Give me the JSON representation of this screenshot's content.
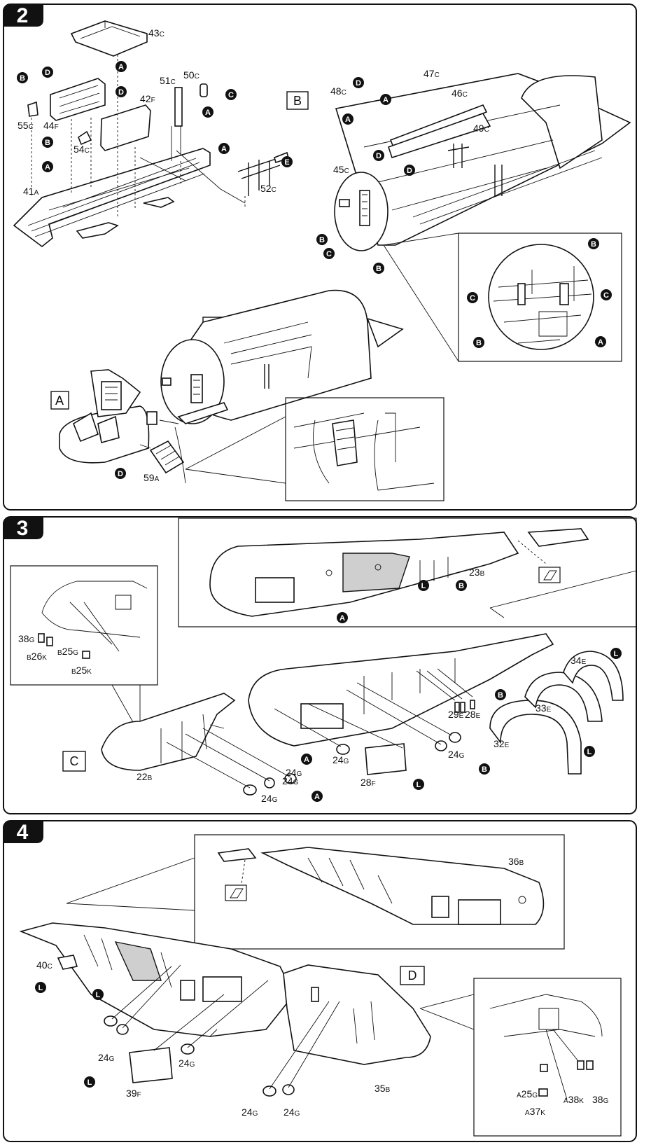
{
  "steps": [
    {
      "number": "2"
    },
    {
      "number": "3"
    },
    {
      "number": "4"
    }
  ],
  "step2": {
    "boxes": [
      "B",
      "B",
      "A"
    ],
    "parts": [
      {
        "n": "43",
        "s": "C"
      },
      {
        "n": "50",
        "s": "C"
      },
      {
        "n": "51",
        "s": "C"
      },
      {
        "n": "42",
        "s": "F"
      },
      {
        "n": "55",
        "s": "C"
      },
      {
        "n": "44",
        "s": "F"
      },
      {
        "n": "54",
        "s": "C"
      },
      {
        "n": "41",
        "s": "A"
      },
      {
        "n": "52",
        "s": "C"
      },
      {
        "n": "48",
        "s": "C"
      },
      {
        "n": "47",
        "s": "C"
      },
      {
        "n": "46",
        "s": "C"
      },
      {
        "n": "49",
        "s": "C"
      },
      {
        "n": "45",
        "s": "C"
      },
      {
        "n": "59",
        "s": "A"
      }
    ]
  },
  "step3": {
    "box": "C",
    "parts": [
      {
        "n": "23",
        "s": "B"
      },
      {
        "n": "34",
        "s": "E"
      },
      {
        "n": "33",
        "s": "E"
      },
      {
        "n": "32",
        "s": "E"
      },
      {
        "n": "29",
        "s": "E"
      },
      {
        "n": "28",
        "s": "E"
      },
      {
        "n": "28",
        "s": "F"
      },
      {
        "n": "24",
        "s": "G"
      },
      {
        "n": "24",
        "s": "G"
      },
      {
        "n": "24",
        "s": "G"
      },
      {
        "n": "24",
        "s": "G"
      },
      {
        "n": "24",
        "s": "G"
      },
      {
        "n": "22",
        "s": "B"
      },
      {
        "n": "38",
        "s": "G"
      },
      {
        "n": "26",
        "s": "K",
        "p": "B"
      },
      {
        "n": "25",
        "s": "G",
        "p": "B"
      },
      {
        "n": "25",
        "s": "K",
        "p": "B"
      }
    ]
  },
  "step4": {
    "box": "D",
    "parts": [
      {
        "n": "36",
        "s": "B"
      },
      {
        "n": "40",
        "s": "C"
      },
      {
        "n": "24",
        "s": "G"
      },
      {
        "n": "24",
        "s": "G"
      },
      {
        "n": "39",
        "s": "F"
      },
      {
        "n": "35",
        "s": "B"
      },
      {
        "n": "24",
        "s": "G"
      },
      {
        "n": "24",
        "s": "G"
      },
      {
        "n": "25",
        "s": "G",
        "p": "A"
      },
      {
        "n": "38",
        "s": "K",
        "p": "A"
      },
      {
        "n": "38",
        "s": "G"
      },
      {
        "n": "37",
        "s": "K",
        "p": "A"
      }
    ]
  },
  "callout_letters": [
    "A",
    "B",
    "C",
    "D",
    "E",
    "L"
  ]
}
